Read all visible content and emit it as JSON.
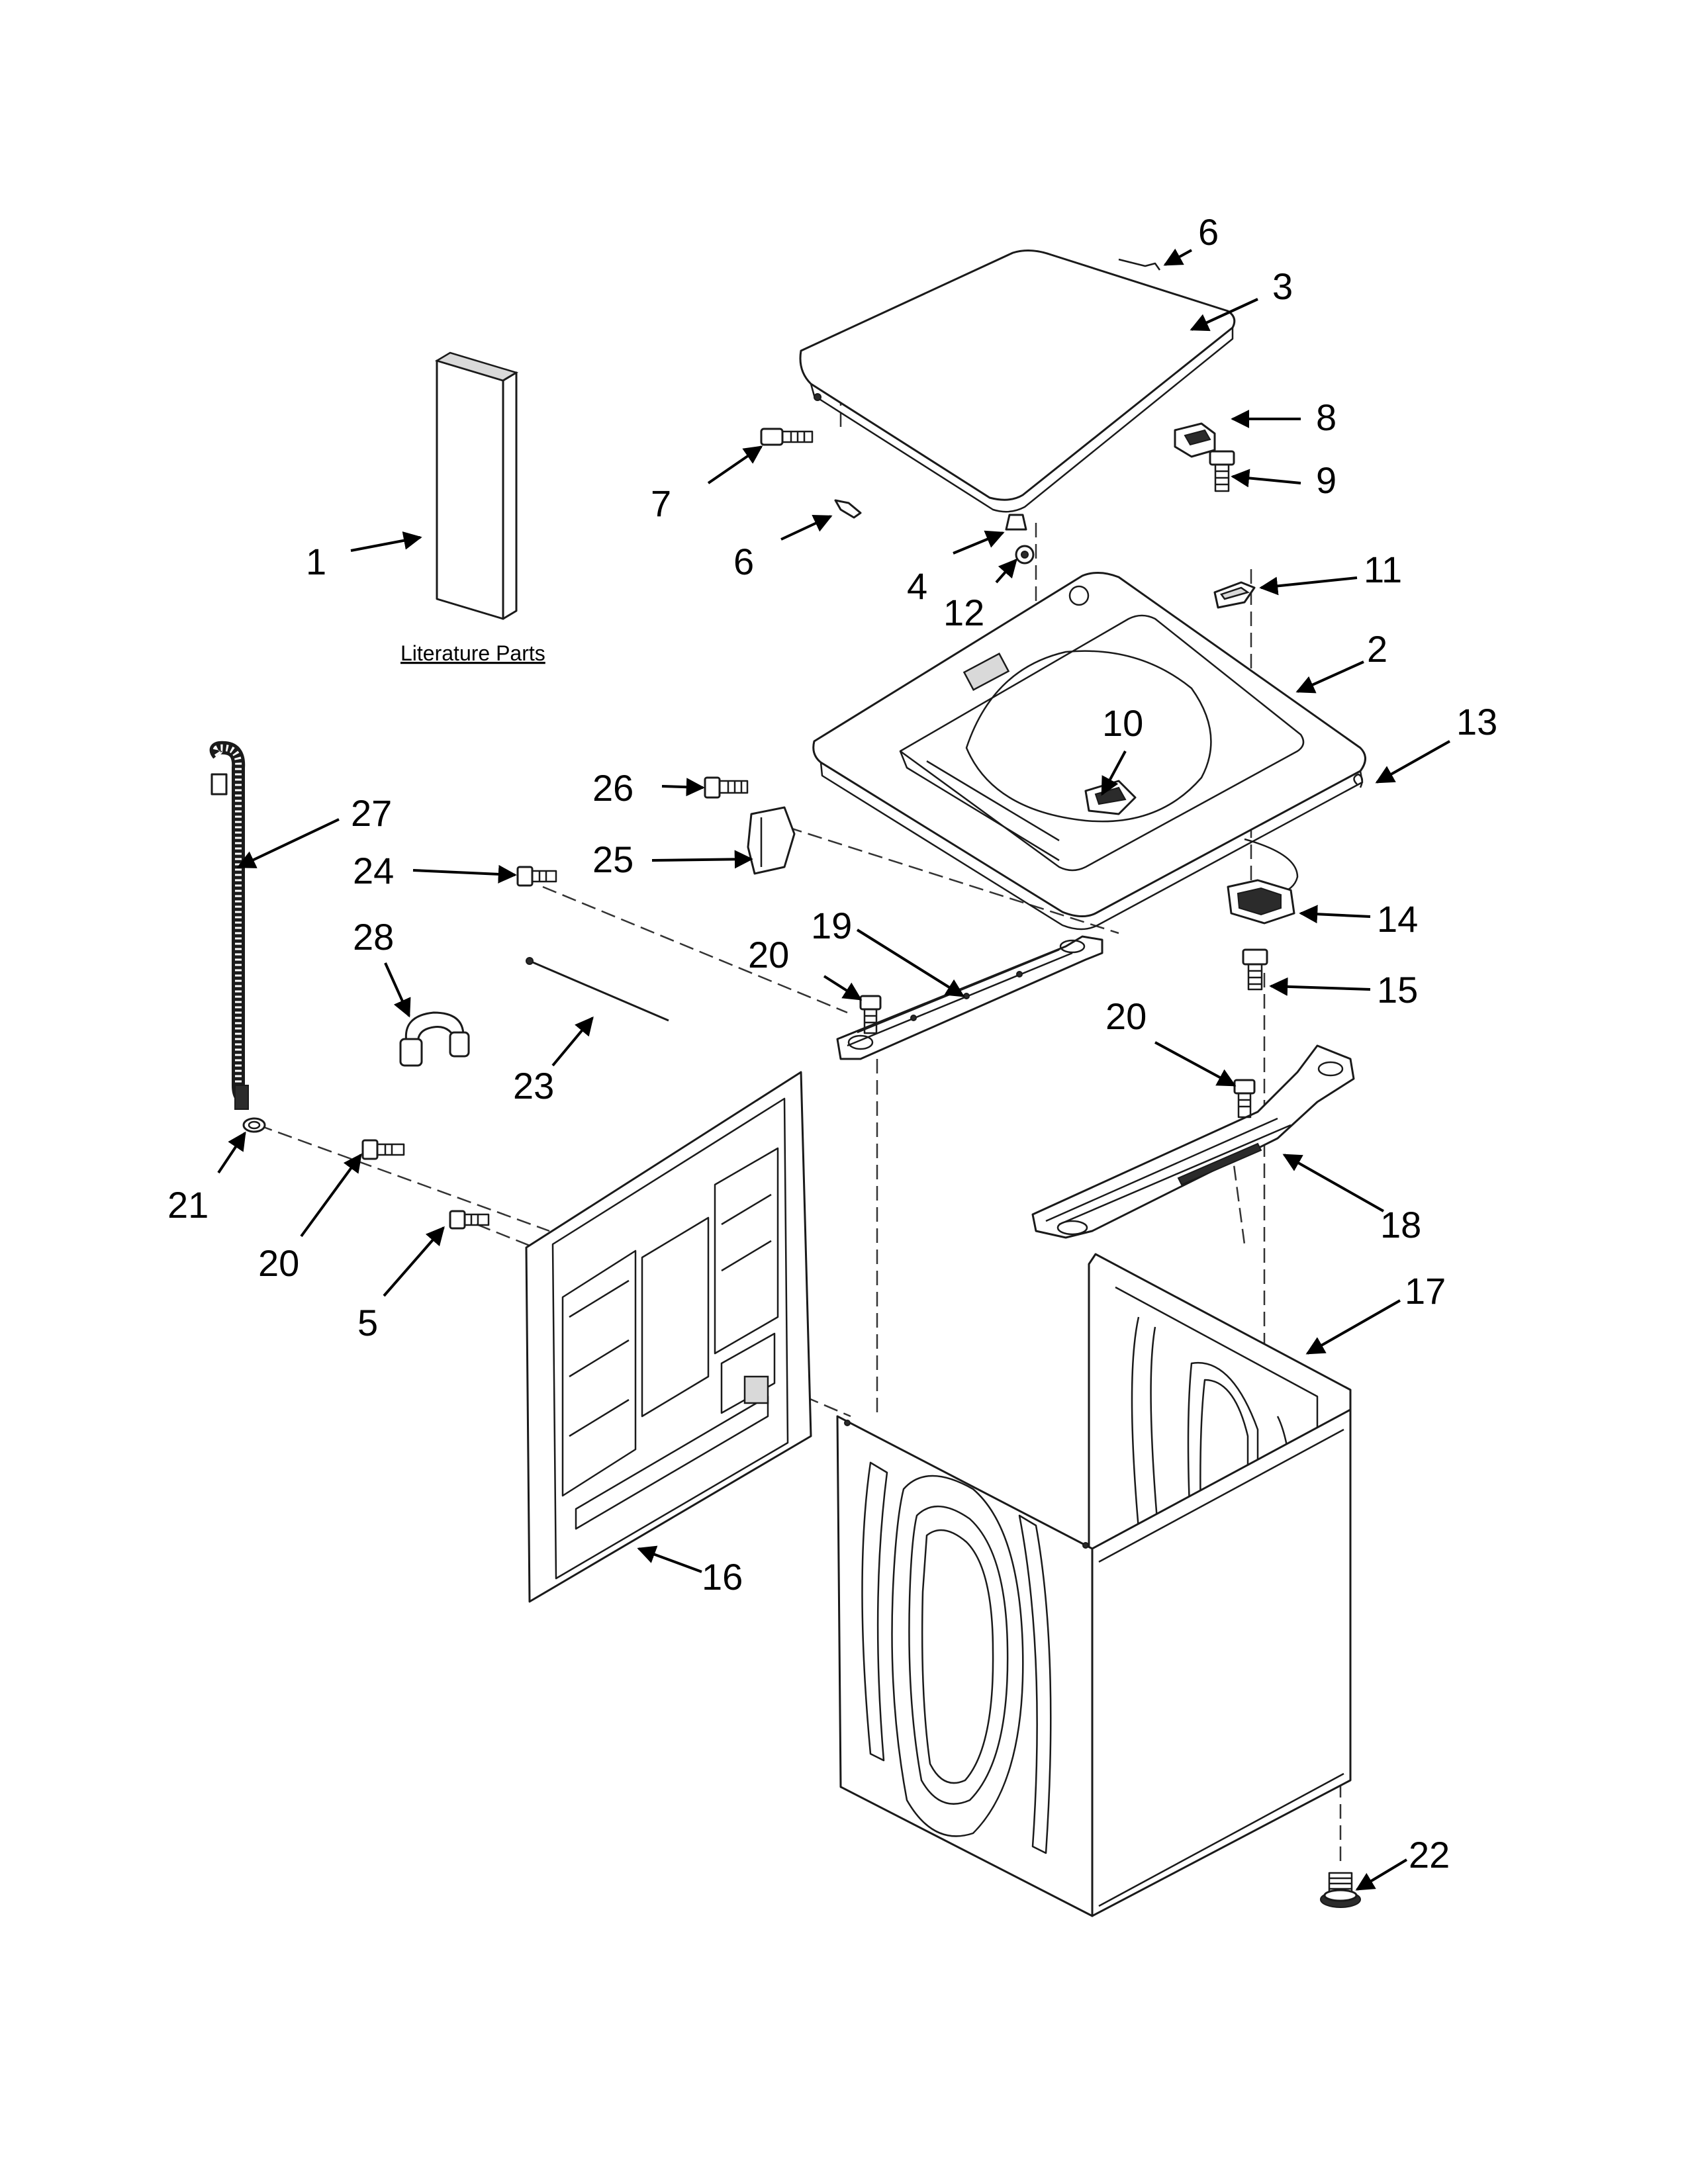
{
  "caption": "Literature Parts",
  "callouts": {
    "c1": "1",
    "c2": "2",
    "c3": "3",
    "c4": "4",
    "c5": "5",
    "c6a": "6",
    "c6b": "6",
    "c7": "7",
    "c8": "8",
    "c9": "9",
    "c10": "10",
    "c11": "11",
    "c12": "12",
    "c13": "13",
    "c14": "14",
    "c15": "15",
    "c16": "16",
    "c17": "17",
    "c18": "18",
    "c19": "19",
    "c20a": "20",
    "c20b": "20",
    "c20c": "20",
    "c21": "21",
    "c22": "22",
    "c23": "23",
    "c24": "24",
    "c25": "25",
    "c26": "26",
    "c27": "27",
    "c28": "28"
  }
}
